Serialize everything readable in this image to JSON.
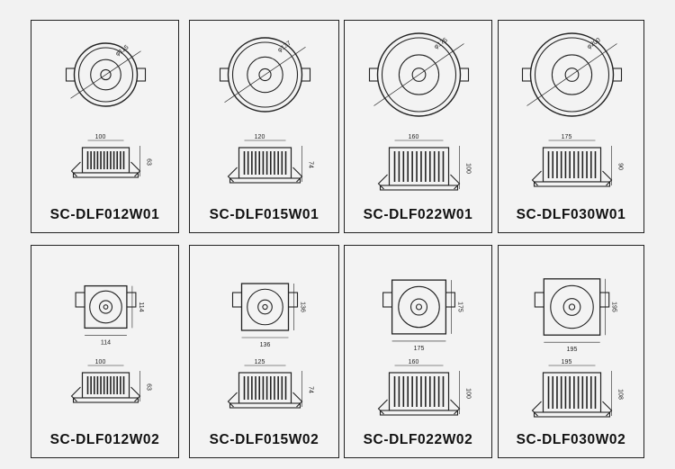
{
  "panels": [
    {
      "model": "SC-DLF012W01",
      "shape": "round",
      "dia": "φ115",
      "width": "100",
      "height": "63",
      "side": ""
    },
    {
      "model": "SC-DLF015W01",
      "shape": "round",
      "dia": "φ137",
      "width": "120",
      "height": "74",
      "side": ""
    },
    {
      "model": "SC-DLF022W01",
      "shape": "round",
      "dia": "φ175",
      "width": "160",
      "height": "100",
      "side": ""
    },
    {
      "model": "SC-DLF030W01",
      "shape": "round",
      "dia": "φ200",
      "width": "175",
      "height": "90",
      "side": ""
    },
    {
      "model": "SC-DLF012W02",
      "shape": "square",
      "dia": "",
      "width": "100",
      "height": "63",
      "side": "114"
    },
    {
      "model": "SC-DLF015W02",
      "shape": "square",
      "dia": "",
      "width": "125",
      "height": "74",
      "side": "136"
    },
    {
      "model": "SC-DLF022W02",
      "shape": "square",
      "dia": "",
      "width": "160",
      "height": "100",
      "side": "175"
    },
    {
      "model": "SC-DLF030W02",
      "shape": "square",
      "dia": "",
      "width": "195",
      "height": "108",
      "side": "195"
    }
  ]
}
